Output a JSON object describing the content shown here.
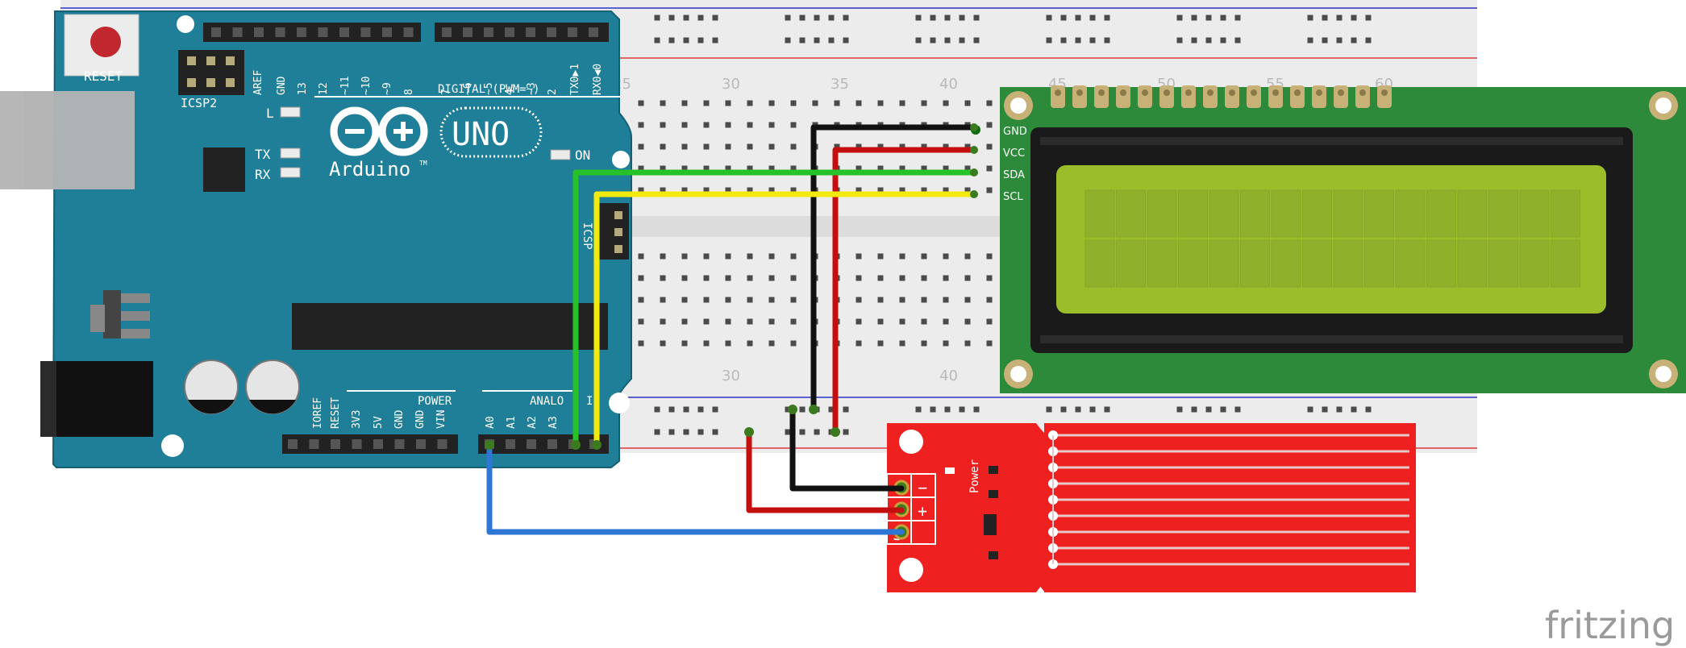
{
  "colors": {
    "arduino_board": "#1f7f98",
    "arduino_edge": "#165f72",
    "breadboard": "#ececec",
    "rail_blue": "#2b34c6",
    "rail_red": "#e03a3a",
    "lcd_pcb": "#2c8a3a",
    "lcd_screen": "#9cbd2a",
    "sensor_pcb": "#ee2020",
    "wire_black": "#111111",
    "wire_red": "#c40f0f",
    "wire_green": "#27c12a",
    "wire_yellow": "#f2ea0c",
    "wire_blue": "#2e76d4"
  },
  "arduino": {
    "reset_label": "RESET",
    "icsp2_label": "ICSP2",
    "l_label": "L",
    "tx_label": "TX",
    "rx_label": "RX",
    "on_label": "ON",
    "uno_label": "UNO",
    "brand_label": "Arduino",
    "tm_label": "TM",
    "digital_label": "DIGITAL (PWM=~)",
    "icsp_label": "ICSP",
    "power_label": "POWER",
    "analog_label": "ANALO",
    "analog_in_label": "I",
    "digital_pins": [
      "AREF",
      "GND",
      "13",
      "12",
      "~11",
      "~10",
      "~9",
      "8",
      "7",
      "~6",
      "~5",
      "4",
      "~3",
      "2",
      "TX0▶1",
      "RX0◀0"
    ],
    "power_pins": [
      "IOREF",
      "RESET",
      "3V3",
      "5V",
      "GND",
      "GND",
      "VIN"
    ],
    "analog_pins": [
      "A0",
      "A1",
      "A2",
      "A3"
    ]
  },
  "breadboard": {
    "numbers_top": [
      "25",
      "30",
      "35",
      "40",
      "45",
      "50",
      "55",
      "60"
    ],
    "numbers_bottom": [
      "30",
      "40"
    ]
  },
  "lcd": {
    "pins": [
      "GND",
      "VCC",
      "SDA",
      "SCL"
    ]
  },
  "sensor": {
    "pin_labels": [
      "−",
      "+",
      "S"
    ],
    "power_label": "Power"
  },
  "watermark": "fritzing"
}
